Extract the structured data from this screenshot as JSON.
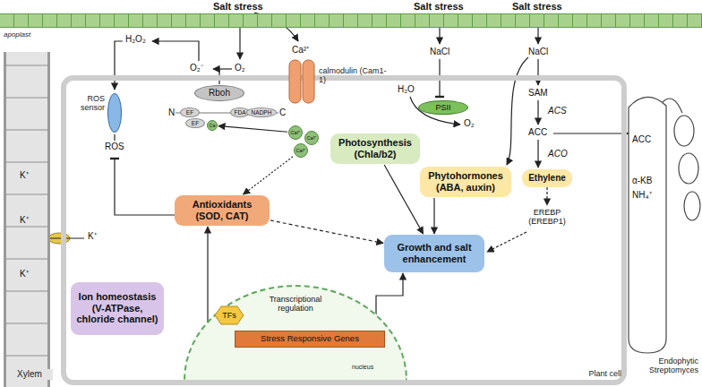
{
  "diagram": {
    "nodes": [
      {
        "text": [
          "apoplast"
        ]
      },
      {
        "text": [
          "Xylem"
        ]
      },
      {
        "text": [
          "Plant cell"
        ]
      },
      {
        "text": [
          "ROS sensor"
        ],
        "in": 2
      },
      {
        "text": [
          "Rboh"
        ],
        "in": 2
      },
      {
        "text": [
          "EF"
        ],
        "in": 2
      },
      {
        "text": [
          "EF"
        ],
        "in": 2
      },
      {
        "text": [
          "FDA"
        ],
        "in": 2
      },
      {
        "text": [
          "NADPH"
        ],
        "in": 2
      },
      {
        "text": [
          "Ca"
        ],
        "in": 2
      },
      {
        "text": [
          "calmodulin (Cam1-1)"
        ],
        "in": 2
      },
      {
        "text": [
          "Ca²⁺"
        ],
        "in": 2
      },
      {
        "text": [
          "Ca²⁺"
        ],
        "in": 2
      },
      {
        "text": [
          "Ca²⁺"
        ],
        "in": 2
      },
      {
        "text": [
          "PSII"
        ],
        "in": 2
      },
      {
        "text": [
          "Photosynthesis (Chla/b2)"
        ],
        "in": 2
      },
      {
        "text": [
          "Antioxidants (SOD, CAT)"
        ],
        "in": 2
      },
      {
        "text": [
          "Phytohormones (ABA, auxin)"
        ],
        "in": 2
      },
      {
        "text": [
          "Ethylene"
        ],
        "in": 2
      },
      {
        "text": [
          "Growth and salt enhancement"
        ],
        "in": 2
      },
      {
        "text": [
          "Ion homeostasis (V-ATPase, chloride channel)"
        ],
        "in": 2
      },
      {
        "text": [
          "nucleus"
        ],
        "in": 2
      },
      {
        "text": [
          "TFs"
        ],
        "in": 21
      },
      {
        "text": [
          "Stress Responsive Genes"
        ],
        "in": 21
      },
      {
        "text": [
          "Endophytic Streptomyces"
        ]
      }
    ],
    "edges": [
      {
        "from": 11,
        "to": 9,
        "arrow": "to"
      },
      {
        "from": 13,
        "to": 16,
        "arrow": "to"
      },
      {
        "from": 16,
        "to": 19,
        "arrow": "to"
      },
      {
        "from": 15,
        "to": 19,
        "arrow": "to"
      },
      {
        "from": 17,
        "to": 19,
        "arrow": "to"
      },
      {
        "from": 23,
        "to": 19,
        "arrow": "to"
      },
      {
        "from": 23,
        "to": 16,
        "arrow": "to"
      }
    ],
    "labels": [
      "Salt stress",
      "Salt stress",
      "Salt stress",
      "H₂O₂",
      "O₂⁻",
      "O₂",
      "ROS",
      "N",
      "C",
      "Ca²⁺",
      "NaCl",
      "H₂O",
      "O₂",
      "NaCl",
      "SAM",
      "ACS",
      "ACC",
      "ACO",
      "EREBP (EREBP1)",
      "ACC",
      "α-KB",
      "NH₄⁺",
      "K⁺",
      "K⁺",
      "K⁺",
      "K⁺",
      "Transcriptional regulation"
    ]
  }
}
